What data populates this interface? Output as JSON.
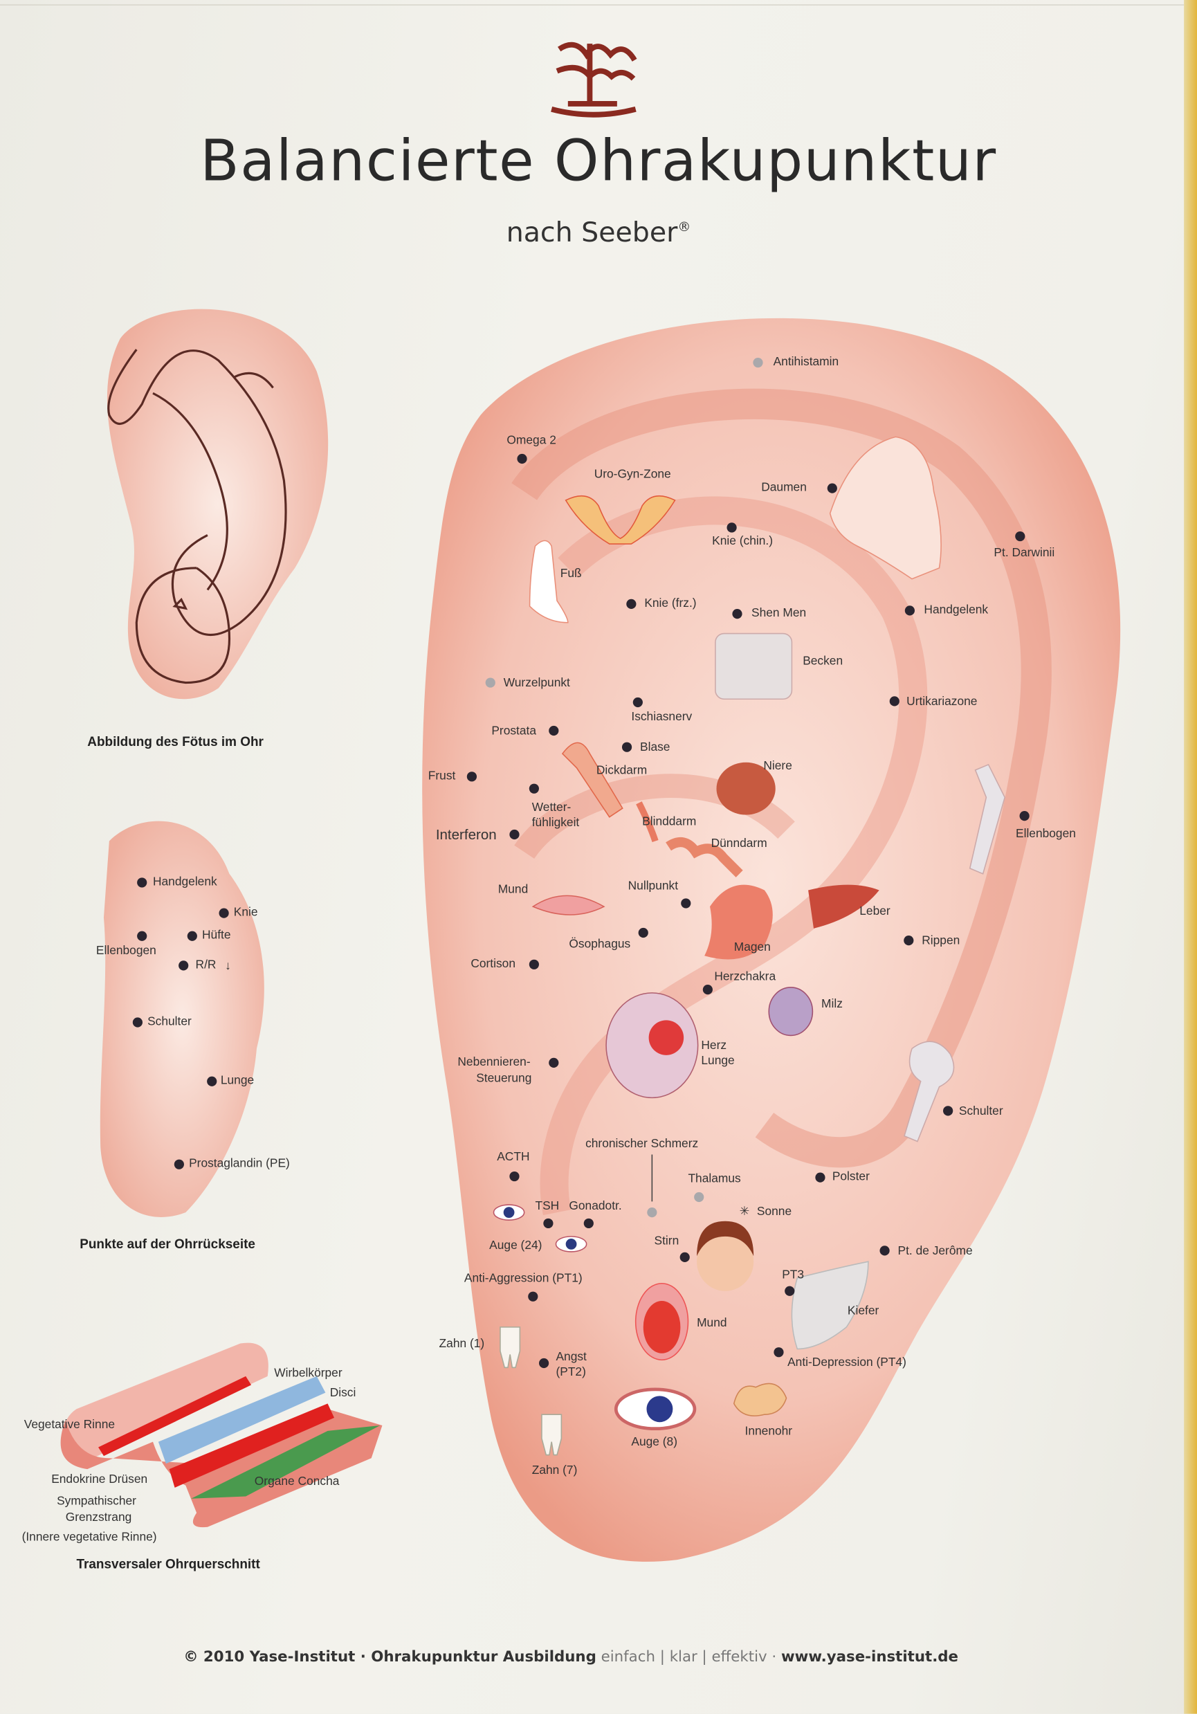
{
  "title": "Balancierte Ohrakupunktur",
  "subtitle": "nach Seeber",
  "subtitle_mark": "®",
  "fetus_figure": {
    "caption": "Abbildung des Fötus im Ohr"
  },
  "back_of_ear": {
    "caption": "Punkte auf der Ohrrückseite",
    "points": {
      "handgelenk": "Handgelenk",
      "knie": "Knie",
      "huefte": "Hüfte",
      "ellenbogen": "Ellenbogen",
      "rr": "R/R",
      "rr_arrow": "↓",
      "schulter": "Schulter",
      "lunge": "Lunge",
      "prostaglandin": "Prostaglandin (PE)"
    }
  },
  "cross_section": {
    "caption": "Transversaler Ohrquerschnitt",
    "labels": {
      "wirbelkoerper": "Wirbelkörper",
      "disci": "Disci",
      "vegetative_rinne": "Vegetative Rinne",
      "endokrine": "Endokrine Drüsen",
      "organe_concha": "Organe Concha",
      "sympathischer": "Sympathischer",
      "grenzstrang": "Grenzstrang",
      "innere": "(Innere vegetative Rinne)"
    },
    "colors": {
      "red": "#e0211f",
      "blue": "#8fb7de",
      "green": "#4a9a4e",
      "tissue": "#e8877a"
    }
  },
  "main_ear": {
    "points": {
      "antihistamin": "Antihistamin",
      "omega2": "Omega 2",
      "urogyn": "Uro-Gyn-Zone",
      "daumen": "Daumen",
      "knie_chin": "Knie (chin.)",
      "darwinii": "Pt. Darwinii",
      "fuss": "Fuß",
      "knie_frz": "Knie (frz.)",
      "shenmen": "Shen Men",
      "handgelenk": "Handgelenk",
      "becken": "Becken",
      "wurzelpunkt": "Wurzelpunkt",
      "ischiasnerv": "Ischiasnerv",
      "urtikariazone": "Urtikariazone",
      "prostata": "Prostata",
      "blase": "Blase",
      "frust": "Frust",
      "dickdarm": "Dickdarm",
      "niere": "Niere",
      "wetter1": "Wetter-",
      "wetter2": "fühligkeit",
      "ellenbogen": "Ellenbogen",
      "interferon": "Interferon",
      "blinddarm": "Blinddarm",
      "duenndarm": "Dünndarm",
      "mund1": "Mund",
      "nullpunkt": "Nullpunkt",
      "leber": "Leber",
      "oesophagus": "Ösophagus",
      "rippen": "Rippen",
      "magen": "Magen",
      "cortison": "Cortison",
      "herzchakra": "Herzchakra",
      "milz": "Milz",
      "herz": "Herz",
      "lunge": "Lunge",
      "nebennieren1": "Nebennieren-",
      "nebennieren2": "Steuerung",
      "schulter": "Schulter",
      "chron": "chronischer Schmerz",
      "acth": "ACTH",
      "thalamus": "Thalamus",
      "polster": "Polster",
      "tsh": "TSH",
      "gonadotr": "Gonadotr.",
      "sonne": "Sonne",
      "auge24": "Auge (24)",
      "stirn": "Stirn",
      "jerome": "Pt. de Jerôme",
      "pt1": "Anti-Aggression (PT1)",
      "pt3": "PT3",
      "kiefer": "Kiefer",
      "mund2": "Mund",
      "zahn1": "Zahn (1)",
      "angst1": "Angst",
      "angst2": "(PT2)",
      "pt4": "Anti-Depression (PT4)",
      "innenohr": "Innenohr",
      "auge8": "Auge (8)",
      "zahn7": "Zahn (7)"
    },
    "colors": {
      "skin": "#f5c9bd",
      "rim": "#e99a88",
      "dot": "#2a2530",
      "dot_grey": "#a9a8ab"
    }
  },
  "footer": {
    "copyright": "© 2010 Yase-Institut · Ohrakupunktur Ausbildung",
    "slogan": "einfach | klar | effektiv ·",
    "url": "www.yase-institut.de"
  }
}
